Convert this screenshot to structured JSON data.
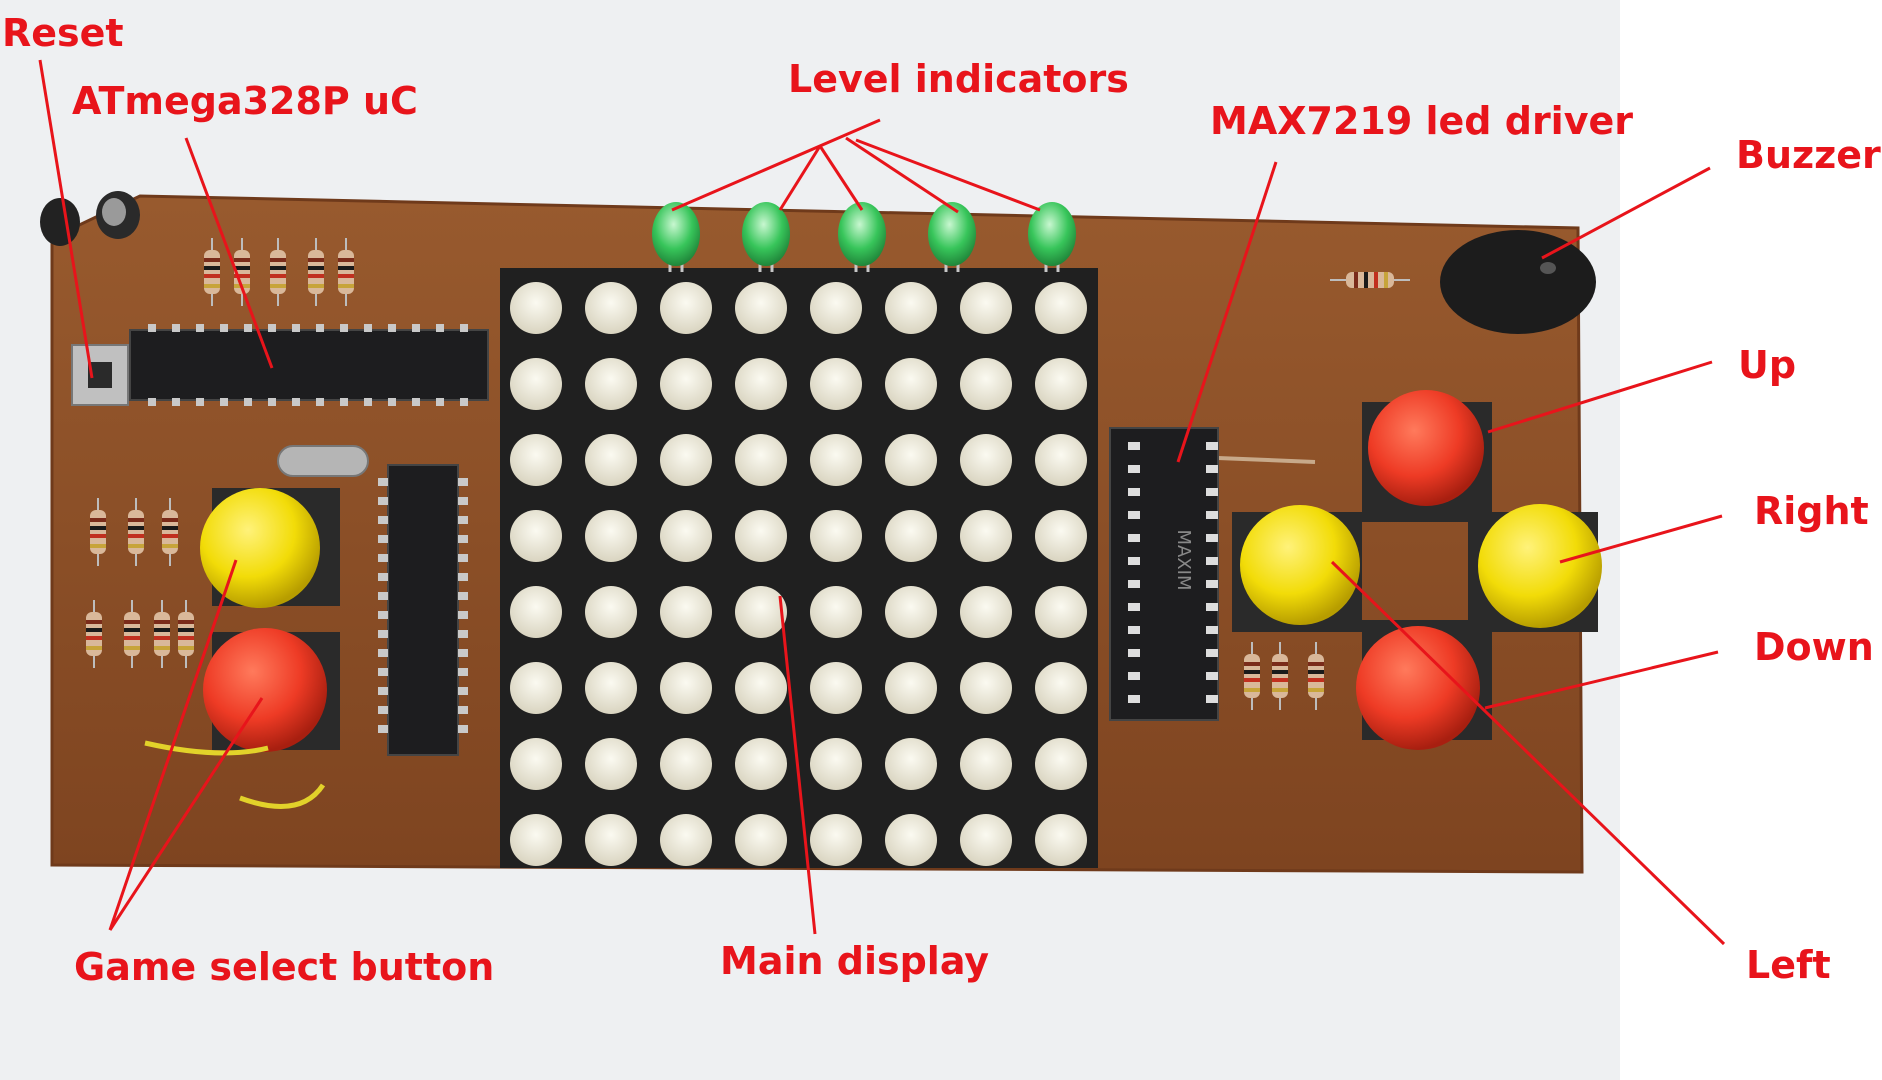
{
  "colors": {
    "background": "#eef0f2",
    "board": "#8e4f27",
    "board_edge": "#6f3a1b",
    "label": "#e8141b",
    "leader": "#e8141b",
    "matrix_body": "#202020",
    "matrix_led": "#f0ecdc",
    "level_led": "#37c55a",
    "button_yellow": "#f2dc08",
    "button_red": "#ee3b25",
    "chip": "#1d1d1f",
    "buzzer": "#1c1c1c"
  },
  "labels": {
    "reset": "Reset",
    "microcontroller": "ATmega328P uC",
    "level_indicators": "Level indicators",
    "led_driver": "MAX7219 led driver",
    "buzzer": "Buzzer",
    "up": "Up",
    "right": "Right",
    "down": "Down",
    "left": "Left",
    "game_select": "Game select button",
    "main_display": "Main display"
  },
  "chip_marking": "MAXIM",
  "matrix": {
    "rows": 8,
    "cols": 8
  },
  "level_leds": {
    "count": 5
  }
}
